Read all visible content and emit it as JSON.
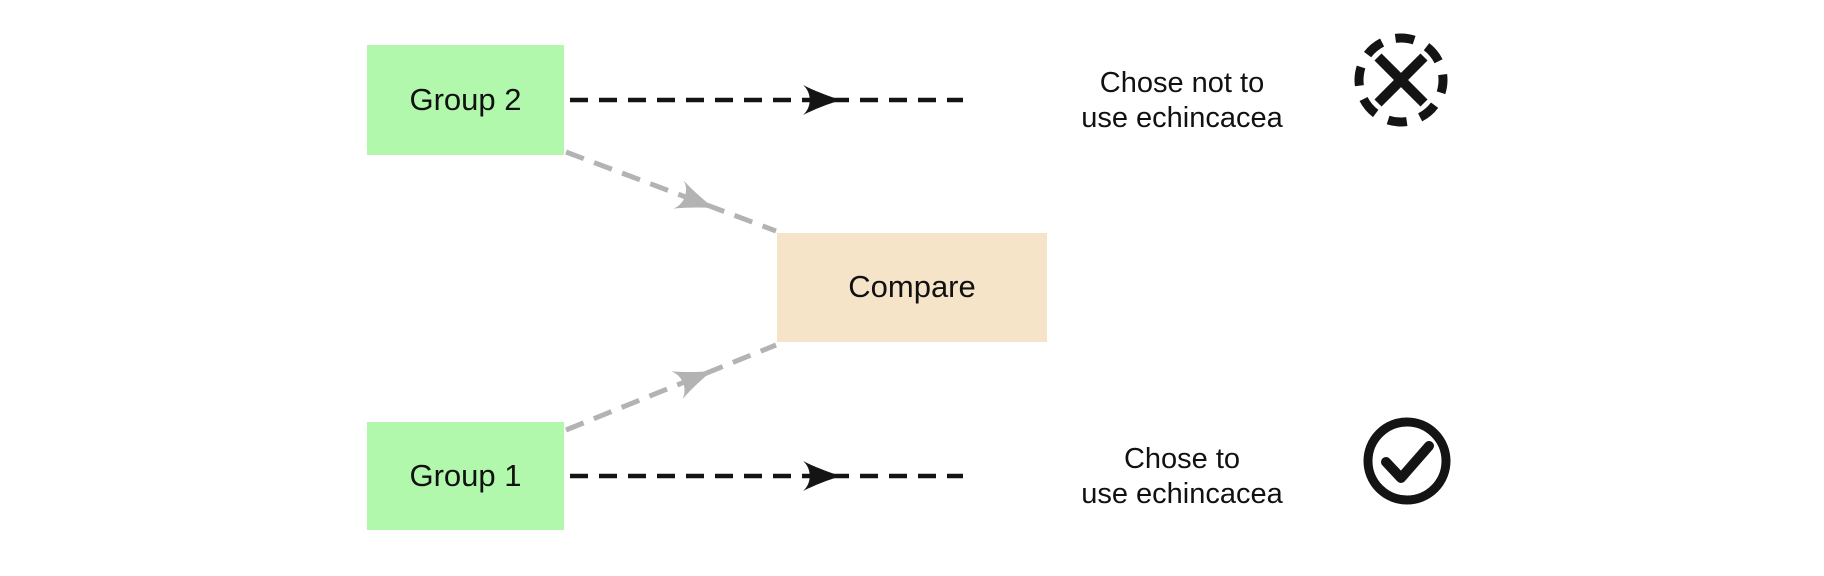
{
  "diagram": {
    "nodes": {
      "group2": {
        "label": "Group 2"
      },
      "group1": {
        "label": "Group 1"
      },
      "compare": {
        "label": "Compare"
      }
    },
    "outcomes": {
      "group2": {
        "label": "Chose not to\nuse echincacea",
        "icon": "x-circle-dashed-icon"
      },
      "group1": {
        "label": "Chose to\nuse echincacea",
        "icon": "check-circle-icon"
      }
    },
    "colors": {
      "node_fill": "#b1f8ad",
      "compare_fill": "#f6e4c9",
      "edge_black": "#141414",
      "edge_gray": "#b3b3b3"
    }
  }
}
